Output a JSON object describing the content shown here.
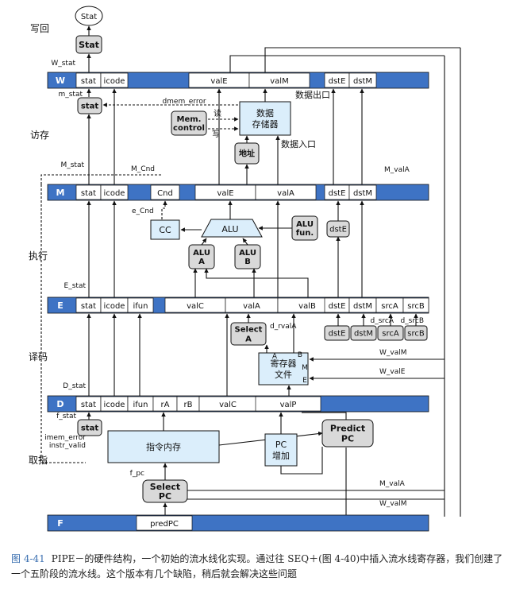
{
  "stages": {
    "F": "F",
    "D": "D",
    "E": "E",
    "M": "M",
    "W": "W"
  },
  "stage_names": {
    "writeback": "写回",
    "memory": "访存",
    "execute": "执行",
    "decode": "译码",
    "fetch": "取指"
  },
  "registers": {
    "W": [
      "stat",
      "icode",
      "valE",
      "valM",
      "dstE",
      "dstM"
    ],
    "M": [
      "stat",
      "icode",
      "Cnd",
      "valE",
      "valA",
      "dstE",
      "dstM"
    ],
    "E": [
      "stat",
      "icode",
      "ifun",
      "valC",
      "valA",
      "valB",
      "dstE",
      "dstM",
      "srcA",
      "srcB"
    ],
    "D": [
      "stat",
      "icode",
      "ifun",
      "rA",
      "rB",
      "valC",
      "valP"
    ],
    "F": [
      "predPC"
    ]
  },
  "blocks": {
    "stat_top": "Stat",
    "stat_w": "Stat",
    "stat_m": "stat",
    "stat_f": "stat",
    "mem_control": [
      "Mem.",
      "control"
    ],
    "data_mem": [
      "数据",
      "存储器"
    ],
    "addr": "地址",
    "cc": "CC",
    "alu": "ALU",
    "alu_fun": [
      "ALU",
      "fun."
    ],
    "alu_a": [
      "ALU",
      "A"
    ],
    "alu_b": [
      "ALU",
      "B"
    ],
    "dstE_e": "dstE",
    "decode_bottom": [
      "dstE",
      "dstM",
      "srcA",
      "srcB"
    ],
    "select_a": [
      "Select",
      "A"
    ],
    "reg_file": [
      "寄存器",
      "文件"
    ],
    "reg_ports": {
      "a": "A",
      "b": "B",
      "m": "M",
      "e": "E"
    },
    "instr_mem": "指令内存",
    "pc_inc": [
      "PC",
      "增加"
    ],
    "predict_pc": [
      "Predict",
      "PC"
    ],
    "select_pc": [
      "Select",
      "PC"
    ]
  },
  "signals": {
    "W_stat": "W_stat",
    "m_stat": "m_stat",
    "dmem_error": "dmem_error",
    "read": "读",
    "write": "写",
    "data_out": "数据出口",
    "data_in": "数据入口",
    "M_stat": "M_stat",
    "M_Cnd": "M_Cnd",
    "M_valA_top": "M_valA",
    "e_Cnd": "e_Cnd",
    "E_stat": "E_stat",
    "d_rvalA": "d_rvalA",
    "d_srcA": "d_srcA",
    "d_srcB": "d_srcB",
    "W_valM_dec": "W_valM",
    "W_valE_dec": "W_valE",
    "D_stat": "D_stat",
    "f_stat": "f_stat",
    "imem_error": "imem_error",
    "instr_valid": "instr_valid",
    "f_pc": "f_pc",
    "M_valA_bot": "M_valA",
    "W_valM_bot": "W_valM"
  },
  "caption": {
    "fig": "图 4-41",
    "text": "PIPE－的硬件结构，一个初始的流水线化实现。通过往 SEQ＋(图 4-40)中插入流水线寄存器，我们创建了一个五阶段的流水线。这个版本有几个缺陷，稍后就会解决这些问题"
  },
  "colors": {
    "pipe_reg": "#3e73c4",
    "block_blue": "#dbeefb",
    "block_gray": "#d9d9d9",
    "line": "#111111",
    "caption_fig": "#3a6fb0"
  }
}
